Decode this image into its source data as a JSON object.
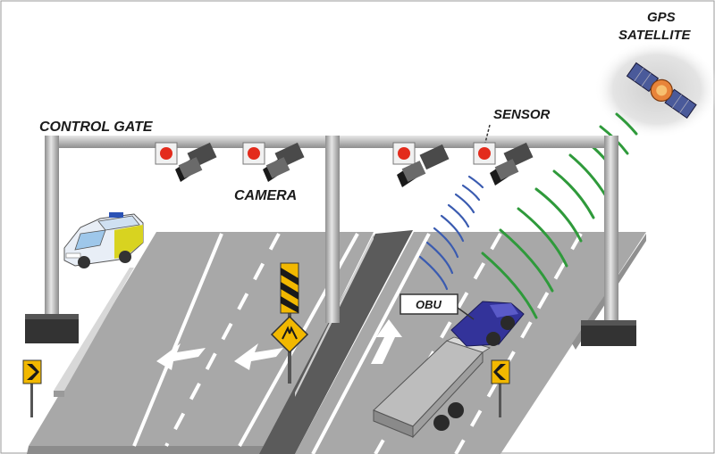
{
  "labels": {
    "control_gate": "CONTROL GATE",
    "camera": "CAMERA",
    "sensor": "SENSOR",
    "gps_line1": "GPS",
    "gps_line2": "SATELLITE",
    "obu": "OBU"
  },
  "colors": {
    "road": "#a9a9a9",
    "lane_marking": "#ffffff",
    "gantry": "#b3b3b3",
    "sensor_waves": "#3a5bb0",
    "gps_waves": "#2e9a3a",
    "red_light": "#e32b1c",
    "truck_cab": "#33339a",
    "warning_sign": "#f2b800"
  },
  "icons": {
    "camera": "cctv-camera-icon",
    "satellite": "satellite-icon",
    "vehicle": "police-car-icon",
    "truck": "truck-icon",
    "sign": "chevron-sign-icon"
  }
}
